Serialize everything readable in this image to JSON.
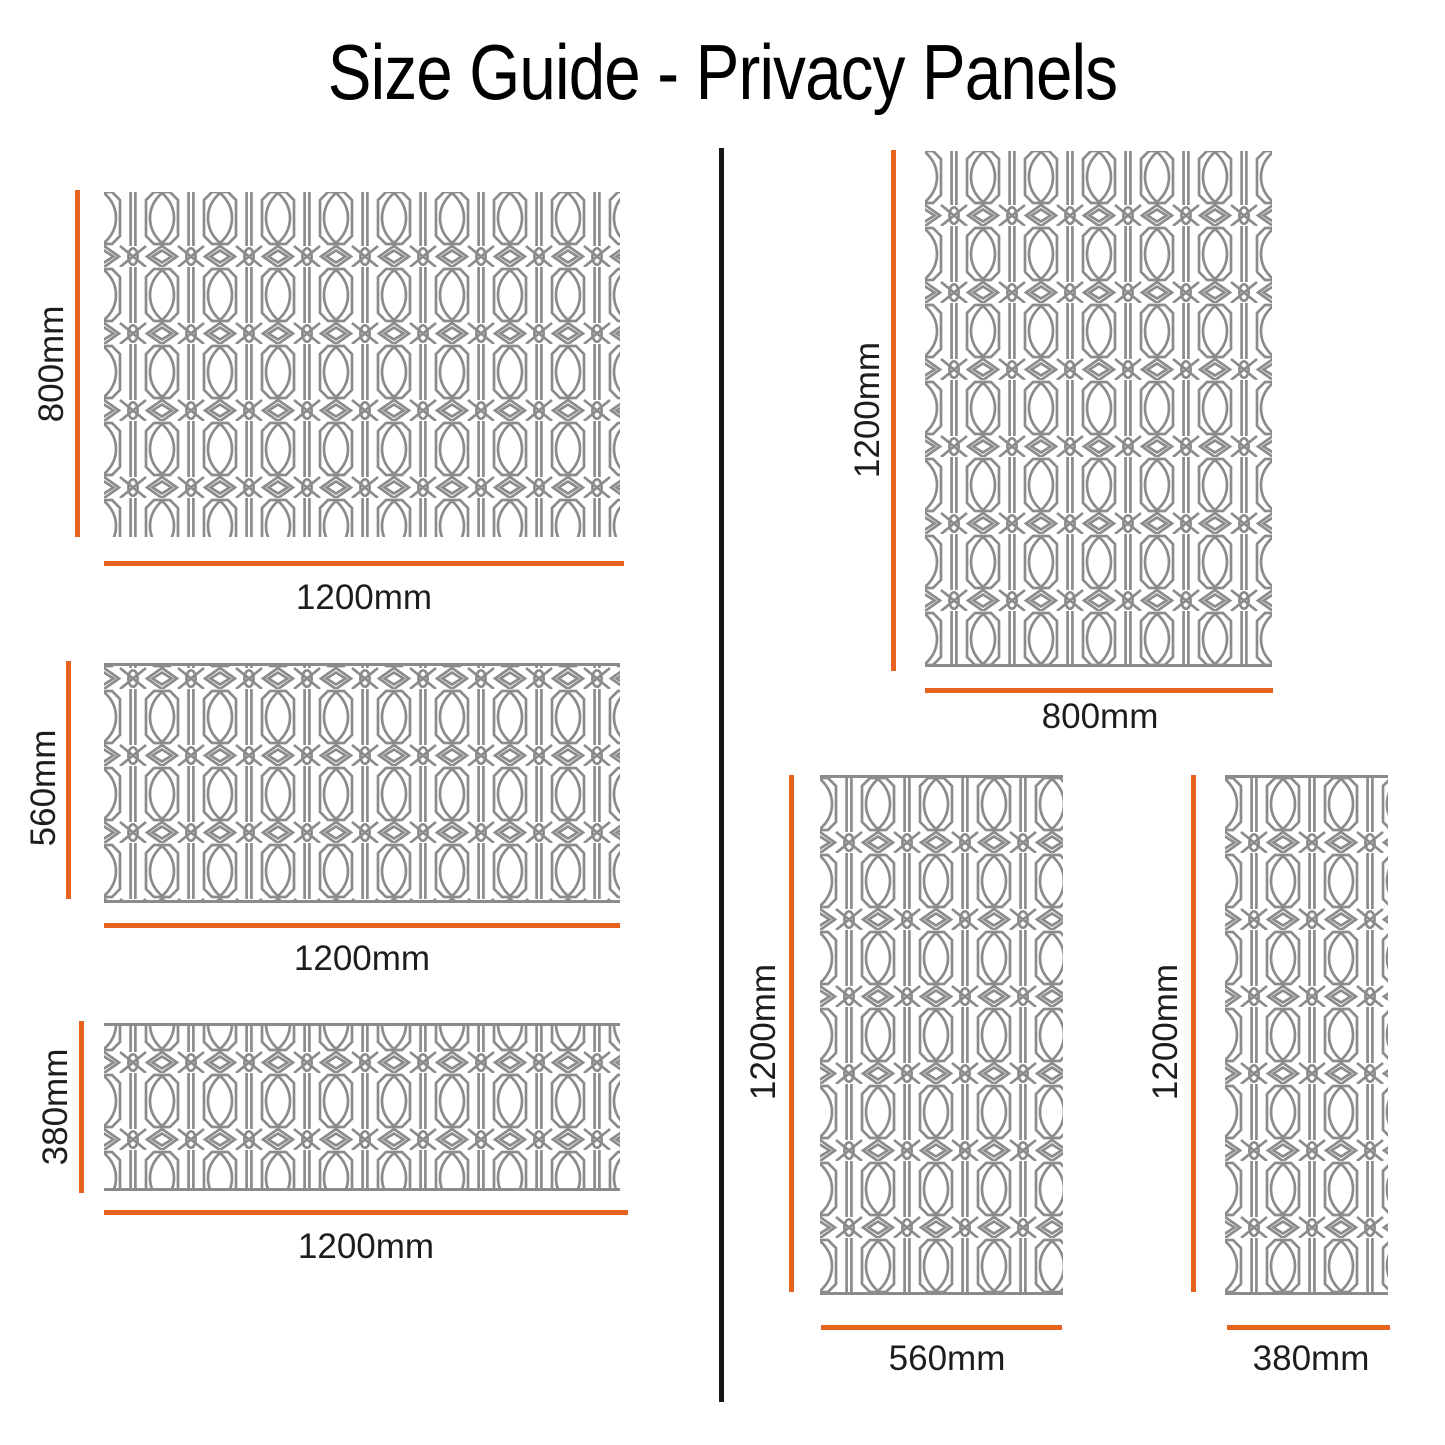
{
  "title": "Size Guide - Privacy Panels",
  "colors": {
    "accent_orange": "#E7631D",
    "pattern_gray": "#8B8B8B",
    "divider_black": "#161616",
    "text_black": "#1D1D1D"
  },
  "panels": [
    {
      "width_label": "1200mm",
      "height_label": "800mm"
    },
    {
      "width_label": "1200mm",
      "height_label": "560mm"
    },
    {
      "width_label": "1200mm",
      "height_label": "380mm"
    },
    {
      "width_label": "800mm",
      "height_label": "1200mm"
    },
    {
      "width_label": "560mm",
      "height_label": "1200mm"
    },
    {
      "width_label": "380mm",
      "height_label": "1200mm"
    }
  ]
}
